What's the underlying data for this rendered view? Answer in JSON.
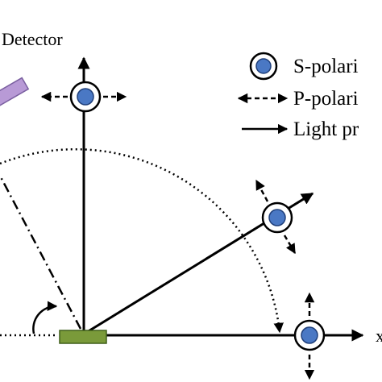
{
  "labels": {
    "detector": "Detector",
    "x_axis": "x"
  },
  "legend": {
    "items": [
      {
        "symbol": "s-polarization-symbol",
        "text": "S-polari"
      },
      {
        "symbol": "p-polarization-arrow",
        "text": "P-polari"
      },
      {
        "symbol": "light-propagation-arrow",
        "text": "Light pr"
      }
    ]
  },
  "colors": {
    "background": "#ffffff",
    "stroke": "#000000",
    "dot_fill": "#4a78c4",
    "dot_stroke": "#1f3f7a",
    "detector_fill": "#b89ad6",
    "detector_stroke": "#7a5fa0",
    "sample_fill": "#7a9a3a",
    "sample_stroke": "#3f5f1a"
  }
}
